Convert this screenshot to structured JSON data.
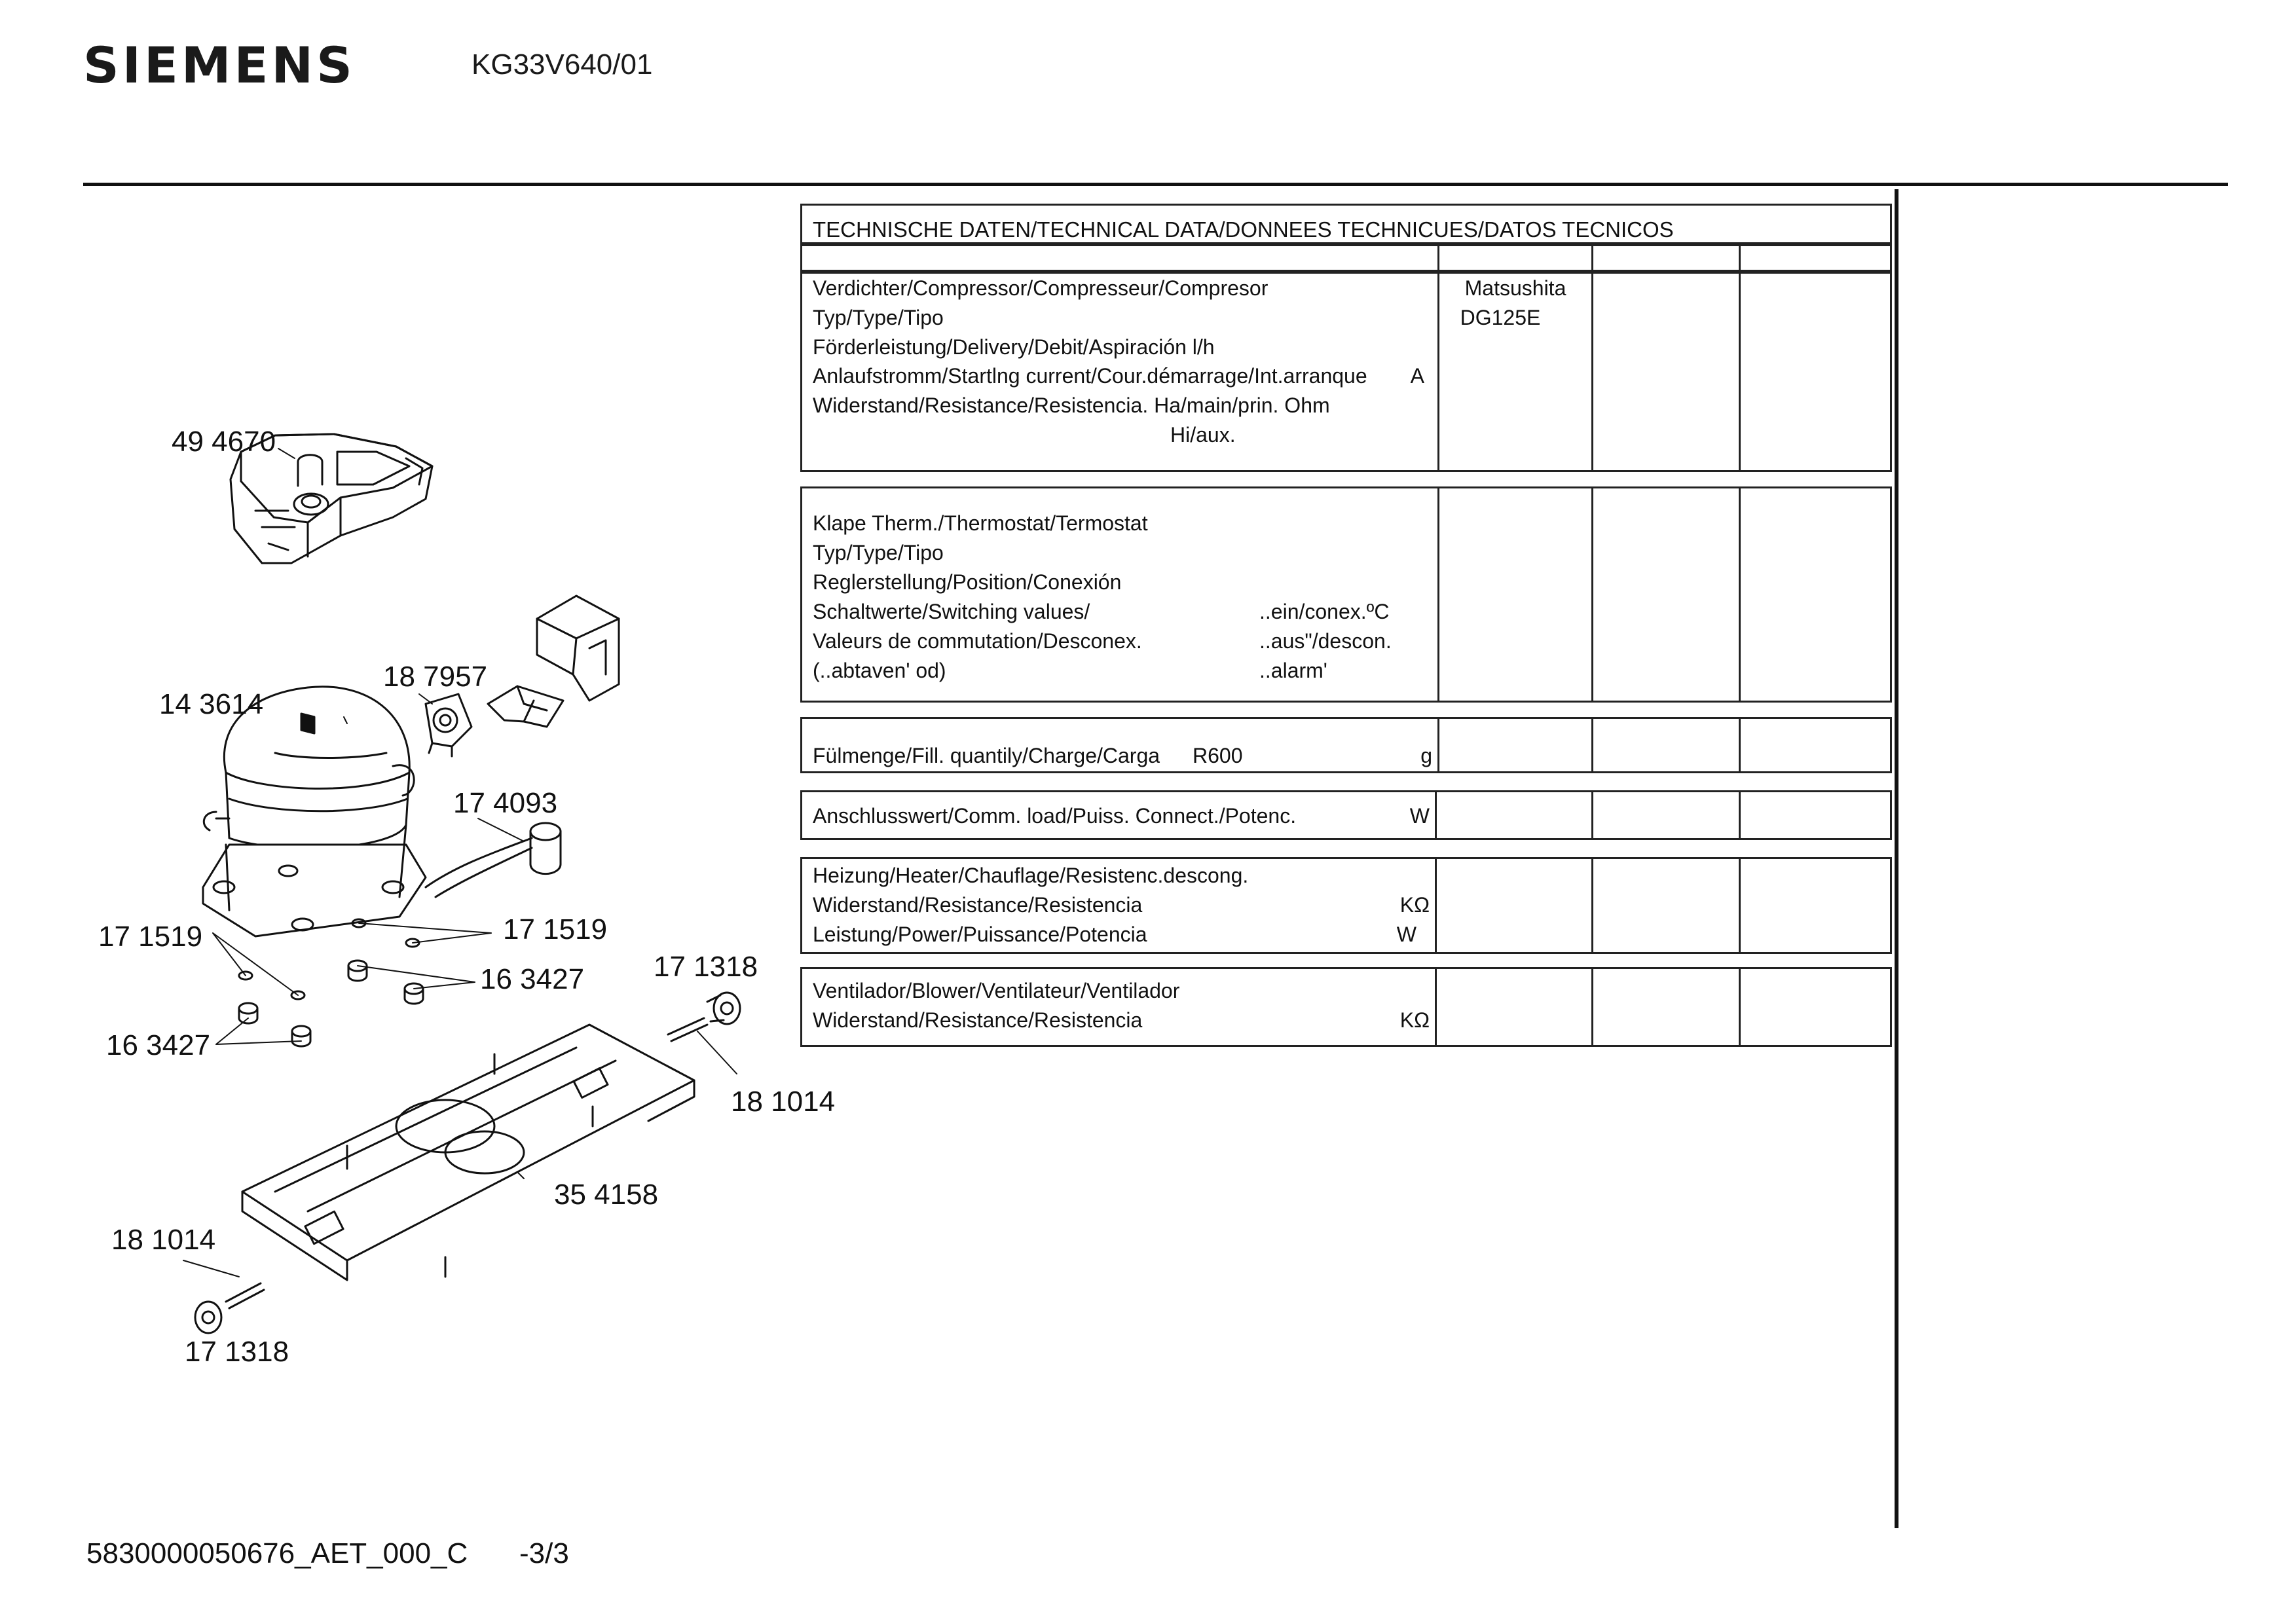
{
  "header": {
    "brand": "SIEMENS",
    "model": "KG33V640/01"
  },
  "footer": {
    "code": "5830000050676_AET_000_C",
    "page": "-3/3"
  },
  "table": {
    "title": "TECHNISCHE DATEN/TECHNICAL DATA/DONNEES TECHNICUES/DATOS TECNICOS",
    "compressor": {
      "lines": [
        "Verdichter/Compressor/Compresseur/Compresor",
        "Typ/Type/Tipo",
        "Förderleistung/Delivery/Debit/Aspiración l/h",
        "Anlaufstromm/Startlng current/Cour.démarrage/Int.arranque",
        "Widerstand/Resistance/Resistencia. Ha/main/prin. Ohm",
        "Hi/aux."
      ],
      "unit_current": "A",
      "value_maker": "Matsushita",
      "value_type": "DG125E"
    },
    "thermostat": {
      "lines": [
        "Klape Therm./Thermostat/Termostat",
        "Typ/Type/Tipo",
        "Reglerstellung/Position/Conexión",
        "Schaltwerte/Switching values/",
        "Valeurs de commutation/Desconex.",
        "(..abtaven' od)"
      ],
      "sub": [
        "..ein/conex.ºC",
        "..aus\"/descon.",
        "..alarm'"
      ]
    },
    "fill": {
      "label": "Fülmenge/Fill. quantily/Charge/Carga",
      "refrigerant": "R600",
      "unit": "g"
    },
    "load": {
      "label": "Anschlusswert/Comm. load/Puiss. Connect./Potenc.",
      "unit": "W"
    },
    "heater": {
      "lines": [
        "Heizung/Heater/Chauflage/Resistenc.descong.",
        "Widerstand/Resistance/Resistencia",
        "Leistung/Power/Puissance/Potencia"
      ],
      "units": [
        "KΩ",
        "W"
      ]
    },
    "blower": {
      "lines": [
        "Ventilador/Blower/Ventilateur/Ventilador",
        "Widerstand/Resistance/Resistencia"
      ],
      "unit": "KΩ"
    }
  },
  "parts": {
    "p494670": "49 4670",
    "p143614": "14 3614",
    "p187957": "18 7957",
    "p174093": "17 4093",
    "p171519a": "17 1519",
    "p171519b": "17 1519",
    "p163427a": "16 3427",
    "p163427b": "16 3427",
    "p171318a": "17 1318",
    "p181014a": "18 1014",
    "p354158": "35 4158",
    "p181014b": "18 1014",
    "p171318b": "17 1318"
  }
}
